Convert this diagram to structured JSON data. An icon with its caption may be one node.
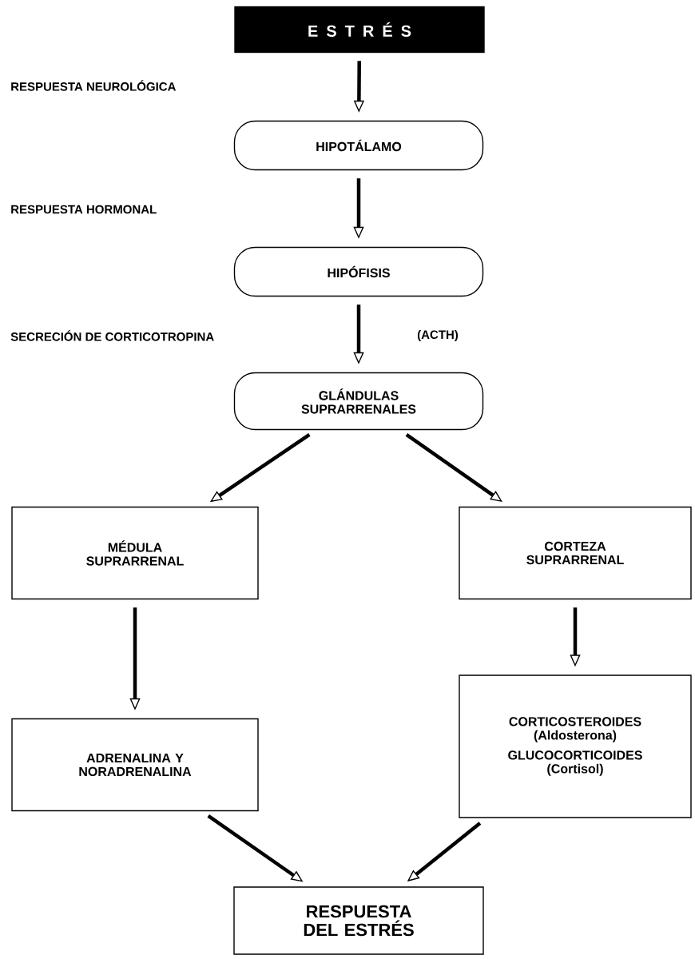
{
  "diagram": {
    "nodes": [
      {
        "text": [
          "E S T R É S"
        ]
      },
      {
        "text": [
          "HIPOTÁLAMO"
        ]
      },
      {
        "text": [
          "HIPÓFISIS"
        ]
      },
      {
        "text": [
          "GLÁNDULAS SUPRARRENALES"
        ]
      },
      {
        "text": [
          "MÉDULA SUPRARRENAL"
        ]
      },
      {
        "text": [
          "CORTEZA SUPRARRENAL"
        ]
      },
      {
        "text": [
          "ADRENALINA Y NORADRENALINA"
        ]
      },
      {
        "text": [
          "CORTICOSTEROIDES (Aldosterona)",
          "GLUCOCORTICOIDES (Cortisol)"
        ]
      },
      {
        "text": [
          "RESPUESTA DEL ESTRÉS"
        ]
      }
    ],
    "edges": [
      {
        "from": 0,
        "to": 1,
        "arrow": "to"
      },
      {
        "from": 1,
        "to": 2,
        "arrow": "to"
      },
      {
        "from": 2,
        "to": 3,
        "arrow": "to"
      },
      {
        "from": 3,
        "to": 4,
        "arrow": "to"
      },
      {
        "from": 3,
        "to": 5,
        "arrow": "to"
      },
      {
        "from": 4,
        "to": 6,
        "arrow": "to"
      },
      {
        "from": 5,
        "to": 7,
        "arrow": "to"
      },
      {
        "from": 6,
        "to": 8,
        "arrow": "to"
      },
      {
        "from": 7,
        "to": 8,
        "arrow": "to"
      }
    ],
    "labels": [
      "RESPUESTA NEUROLÓGICA",
      "RESPUESTA HORMONAL",
      "SECRECIÓN DE CORTICOTROPINA",
      "(ACTH)"
    ]
  }
}
